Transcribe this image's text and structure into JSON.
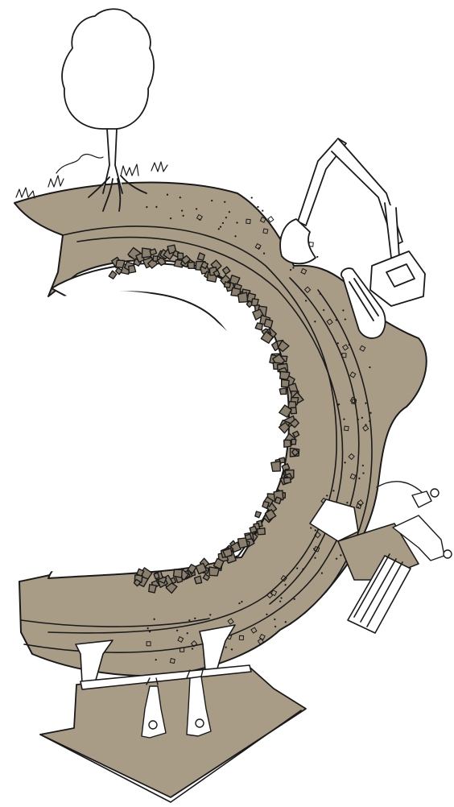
{
  "figure": {
    "kind": "line-drawing",
    "subject": "tree-on-curved-earth-with-excavation-and-tunnel-shafts",
    "colors": {
      "soil": "#a89c86",
      "ink": "#1a1a1a",
      "paper": "#ffffff",
      "light_fill": "#f4f1ea"
    },
    "parts": [
      {
        "id": "tree",
        "icon": "tree-icon"
      },
      {
        "id": "excavator",
        "icon": "excavator-icon"
      },
      {
        "id": "worker-right",
        "icon": "worker-icon"
      },
      {
        "id": "workers-bottom",
        "icon": "worker-icon"
      },
      {
        "id": "soil-band",
        "icon": "soil-band-icon"
      },
      {
        "id": "rubble-layer",
        "icon": "rubble-icon"
      }
    ]
  }
}
